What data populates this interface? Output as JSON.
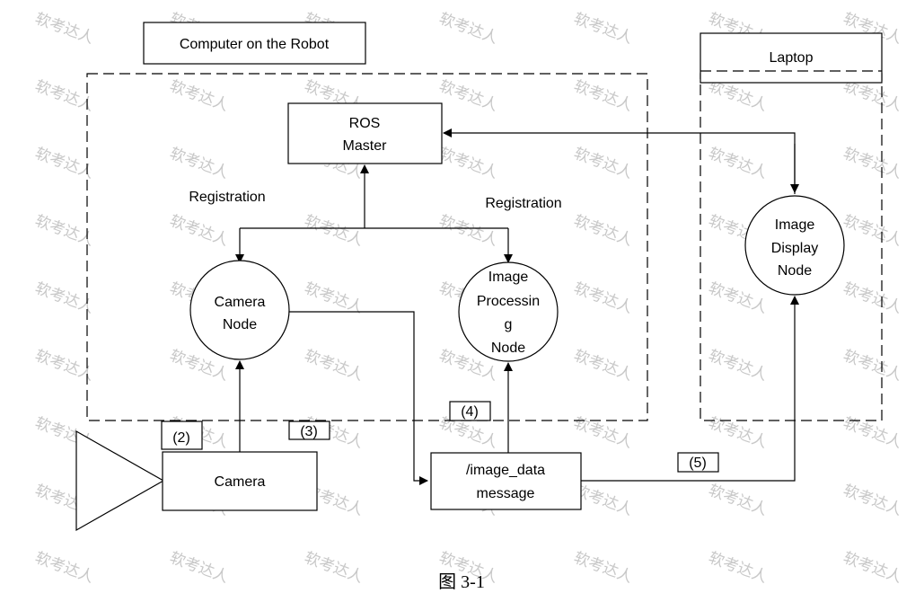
{
  "watermark": "软考达人",
  "labels": {
    "computer": "Computer on the Robot",
    "laptop": "Laptop",
    "ros_master": [
      "ROS",
      "Master"
    ],
    "registration_left": "Registration",
    "registration_right": "Registration",
    "camera_node": [
      "Camera",
      "Node"
    ],
    "image_processing_node": [
      "Image",
      "Processin",
      "g",
      "Node"
    ],
    "image_display_node": [
      "Image",
      "Display",
      "Node"
    ],
    "camera": "Camera",
    "image_data_message": [
      "/image_data",
      "message"
    ],
    "marker_2": "(2)",
    "marker_3": "(3)",
    "marker_4": "(4)",
    "marker_5": "(5)",
    "caption": "图 3-1"
  }
}
